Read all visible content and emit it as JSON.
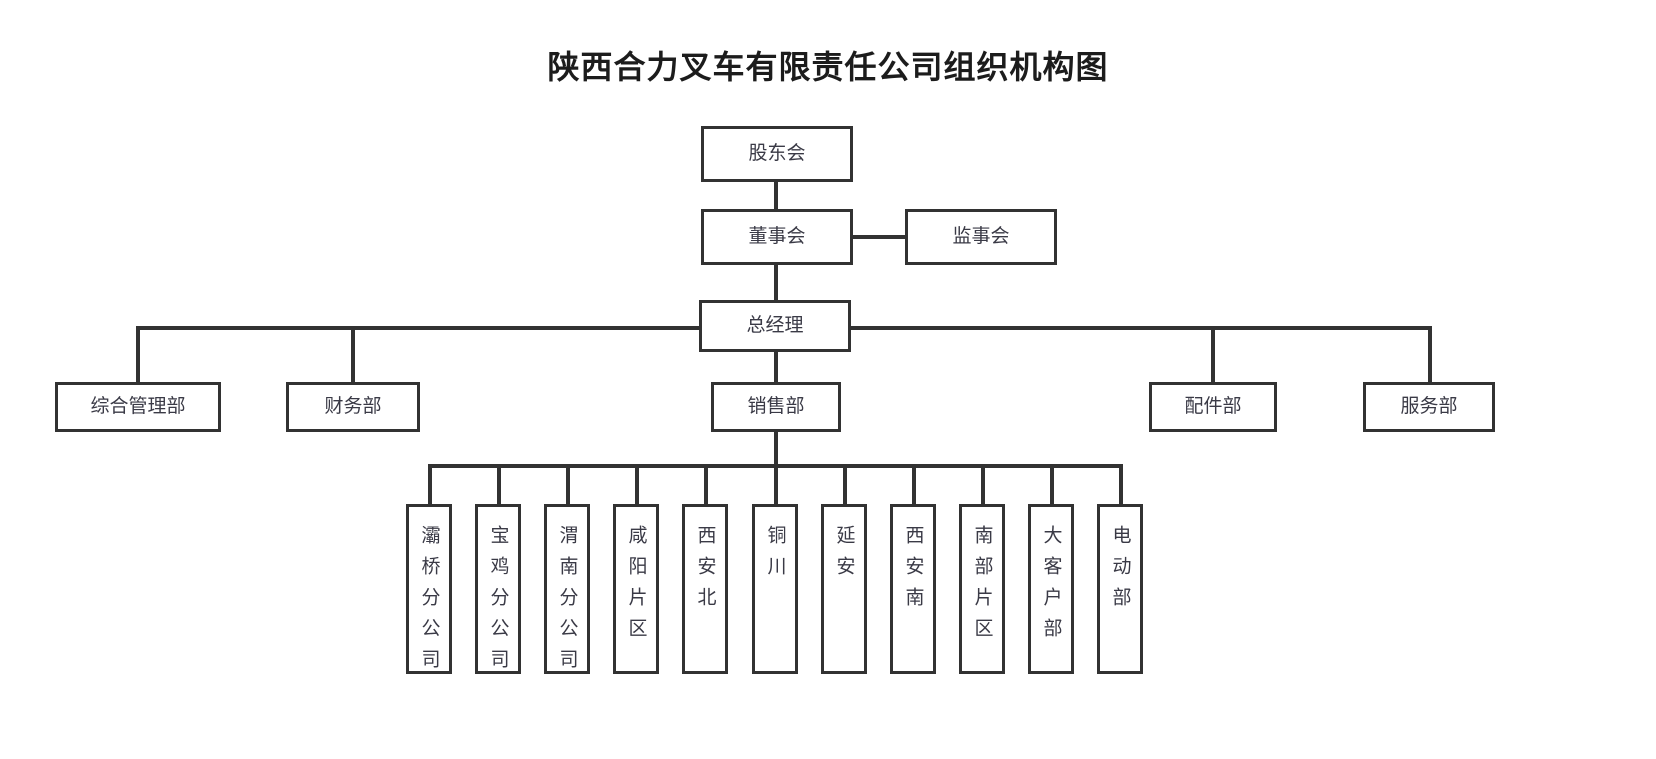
{
  "title": "陕西合力叉车有限责任公司组织机构图",
  "chart_data": {
    "type": "diagram",
    "diagram_kind": "organizational-chart",
    "title": "陕西合力叉车有限责任公司组织机构图",
    "orientation": "top-down",
    "nodes": [
      {
        "id": "shareholders",
        "label": "股东会",
        "level": 0,
        "text_orientation": "horizontal"
      },
      {
        "id": "board",
        "label": "董事会",
        "level": 1,
        "text_orientation": "horizontal"
      },
      {
        "id": "supervisors",
        "label": "监事会",
        "level": 1,
        "text_orientation": "horizontal"
      },
      {
        "id": "gm",
        "label": "总经理",
        "level": 2,
        "text_orientation": "horizontal"
      },
      {
        "id": "admin",
        "label": "综合管理部",
        "level": 3,
        "text_orientation": "horizontal"
      },
      {
        "id": "finance",
        "label": "财务部",
        "level": 3,
        "text_orientation": "horizontal"
      },
      {
        "id": "sales",
        "label": "销售部",
        "level": 3,
        "text_orientation": "horizontal"
      },
      {
        "id": "parts",
        "label": "配件部",
        "level": 3,
        "text_orientation": "horizontal"
      },
      {
        "id": "service",
        "label": "服务部",
        "level": 3,
        "text_orientation": "horizontal"
      },
      {
        "id": "baqiao",
        "label": "灞桥分公司",
        "level": 4,
        "text_orientation": "vertical"
      },
      {
        "id": "baoji",
        "label": "宝鸡分公司",
        "level": 4,
        "text_orientation": "vertical"
      },
      {
        "id": "weinan",
        "label": "渭南分公司",
        "level": 4,
        "text_orientation": "vertical"
      },
      {
        "id": "xianyang",
        "label": "咸阳片区",
        "level": 4,
        "text_orientation": "vertical"
      },
      {
        "id": "xiannorth",
        "label": "西安北",
        "level": 4,
        "text_orientation": "vertical"
      },
      {
        "id": "tongchuan",
        "label": "铜川",
        "level": 4,
        "text_orientation": "vertical"
      },
      {
        "id": "yanan",
        "label": "延安",
        "level": 4,
        "text_orientation": "vertical"
      },
      {
        "id": "xiansouth",
        "label": "西安南",
        "level": 4,
        "text_orientation": "vertical"
      },
      {
        "id": "southarea",
        "label": "南部片区",
        "level": 4,
        "text_orientation": "vertical"
      },
      {
        "id": "keyaccount",
        "label": "大客户部",
        "level": 4,
        "text_orientation": "vertical"
      },
      {
        "id": "electric",
        "label": "电动部",
        "level": 4,
        "text_orientation": "vertical"
      }
    ],
    "edges": [
      {
        "from": "shareholders",
        "to": "board"
      },
      {
        "from": "board",
        "to": "supervisors",
        "style": "horizontal-peer"
      },
      {
        "from": "board",
        "to": "gm"
      },
      {
        "from": "gm",
        "to": "admin"
      },
      {
        "from": "gm",
        "to": "finance"
      },
      {
        "from": "gm",
        "to": "sales"
      },
      {
        "from": "gm",
        "to": "parts"
      },
      {
        "from": "gm",
        "to": "service"
      },
      {
        "from": "sales",
        "to": "baqiao"
      },
      {
        "from": "sales",
        "to": "baoji"
      },
      {
        "from": "sales",
        "to": "weinan"
      },
      {
        "from": "sales",
        "to": "xianyang"
      },
      {
        "from": "sales",
        "to": "xiannorth"
      },
      {
        "from": "sales",
        "to": "tongchuan"
      },
      {
        "from": "sales",
        "to": "yanan"
      },
      {
        "from": "sales",
        "to": "xiansouth"
      },
      {
        "from": "sales",
        "to": "southarea"
      },
      {
        "from": "sales",
        "to": "keyaccount"
      },
      {
        "from": "sales",
        "to": "electric"
      }
    ],
    "colors": {
      "border": "#323232",
      "node_fill": "#ffffff",
      "text": "#3a3a46",
      "title_text": "#1c1c1c",
      "background": "#ffffff"
    }
  }
}
